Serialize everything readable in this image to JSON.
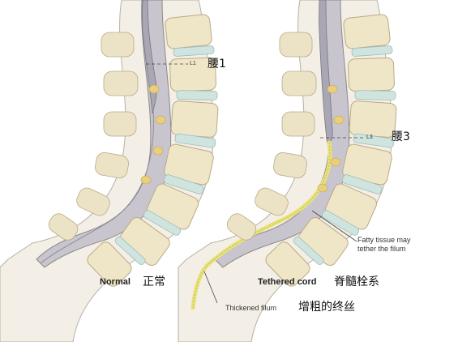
{
  "panels": {
    "normal": {
      "caption_en": "Normal",
      "caption_zh": "正常",
      "level_tick": "L1",
      "level_zh": "腰1"
    },
    "tethered": {
      "caption_en": "Tethered cord",
      "caption_zh": "脊髓栓系",
      "level_tick": "L3",
      "level_zh": "腰3",
      "annotation_fatty_line1": "Fatty tissue may",
      "annotation_fatty_line2": "tether the filum",
      "annotation_thick_en": "Thickened filum",
      "annotation_thick_zh": "增粗的终丝"
    }
  },
  "colors": {
    "bone": "#efe6c8",
    "bone_edge": "#b9aa86",
    "disc": "#cfe3df",
    "canal": "#c9c5cf",
    "cord": "#a9a7b3",
    "filum_thick": "#e8e27a",
    "outline": "#8c8a86"
  },
  "icons": {
    "normal": "spine-normal-illustration",
    "tethered": "spine-tethered-illustration"
  }
}
